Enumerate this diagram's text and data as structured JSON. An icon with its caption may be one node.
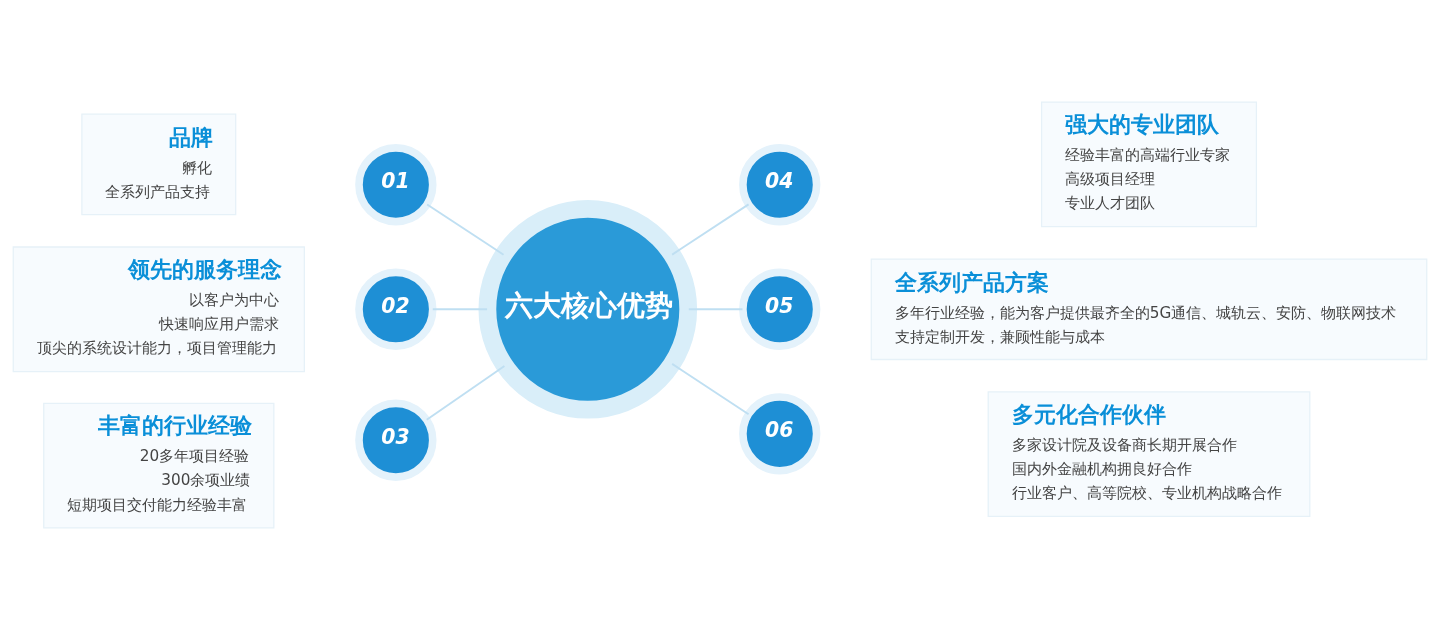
{
  "diagram": {
    "nodes": [
      {
        "text": [
          "六大核心优势"
        ]
      },
      {
        "text": [
          "01"
        ]
      },
      {
        "text": [
          "02"
        ]
      },
      {
        "text": [
          "03"
        ]
      },
      {
        "text": [
          "04"
        ]
      },
      {
        "text": [
          "05"
        ]
      },
      {
        "text": [
          "06"
        ]
      },
      {
        "text": [
          "品牌",
          "孵化",
          "全系列产品支持"
        ]
      },
      {
        "text": [
          "领先的服务理念",
          "以客户为中心",
          "快速响应用户需求",
          "顶尖的系统设计能力，项目管理能力"
        ]
      },
      {
        "text": [
          "丰富的行业经验",
          "20多年项目经验",
          "300余项业绩",
          "短期项目交付能力经验丰富"
        ]
      },
      {
        "text": [
          "强大的专业团队",
          "经验丰富的高端行业专家",
          "高级项目经理",
          "专业人才团队"
        ]
      },
      {
        "text": [
          "全系列产品方案",
          "多年行业经验，能为客户提供最齐全的5G通信、城轨云、安防、物联网技术",
          "支持定制开发，兼顾性能与成本"
        ]
      },
      {
        "text": [
          "多元化合作伙伴",
          "多家设计院及设备商长期开展合作",
          "国内外金融机构拥良好合作",
          "行业客户、高等院校、专业机构战略合作"
        ]
      }
    ],
    "edges": [
      {
        "from": 0,
        "to": 1,
        "arrow": "none"
      },
      {
        "from": 0,
        "to": 2,
        "arrow": "none"
      },
      {
        "from": 0,
        "to": 3,
        "arrow": "none"
      },
      {
        "from": 0,
        "to": 4,
        "arrow": "none"
      },
      {
        "from": 0,
        "to": 5,
        "arrow": "none"
      },
      {
        "from": 0,
        "to": 6,
        "arrow": "none"
      }
    ]
  }
}
